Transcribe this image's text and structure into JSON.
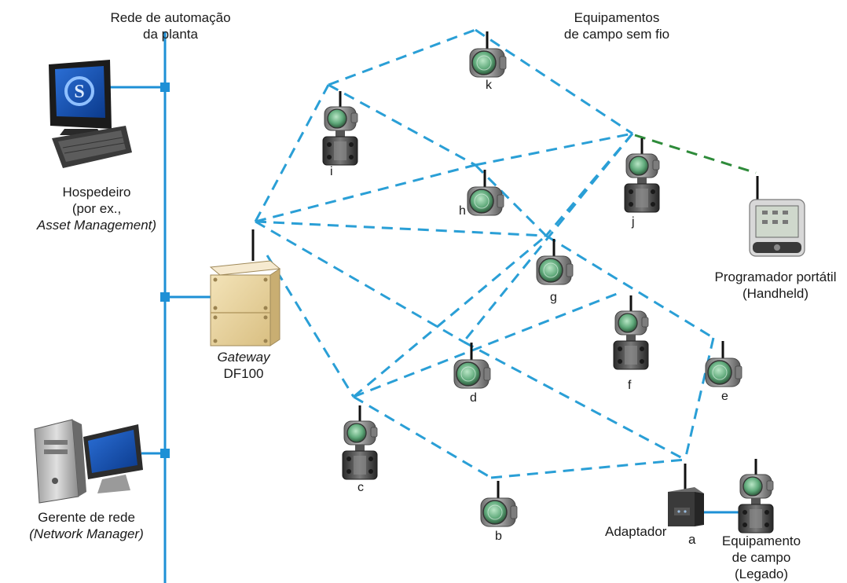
{
  "header": {
    "plant_network": [
      "Rede de automação",
      "da planta"
    ],
    "field_devices": [
      "Equipamentos",
      "de campo sem fio"
    ]
  },
  "host": {
    "lines": [
      "Hospedeiro",
      "(por ex.,",
      "Asset Management)"
    ]
  },
  "manager": {
    "lines": [
      "Gerente de rede",
      "(Network Manager)"
    ]
  },
  "gateway": {
    "name": "Gateway",
    "model": "DF100"
  },
  "handheld": {
    "lines": [
      "Programador portátil",
      "(Handheld)"
    ]
  },
  "adapter": {
    "label": "Adaptador",
    "letter": "a"
  },
  "legacy": {
    "lines": [
      "Equipamento",
      "de campo",
      "(Legado)"
    ]
  },
  "devices": [
    {
      "id": "b",
      "label": "b",
      "kind": "transmitter"
    },
    {
      "id": "c",
      "label": "c",
      "kind": "pressure"
    },
    {
      "id": "d",
      "label": "d",
      "kind": "transmitter"
    },
    {
      "id": "e",
      "label": "e",
      "kind": "transmitter"
    },
    {
      "id": "f",
      "label": "f",
      "kind": "pressure"
    },
    {
      "id": "g",
      "label": "g",
      "kind": "transmitter"
    },
    {
      "id": "h",
      "label": "h",
      "kind": "transmitter"
    },
    {
      "id": "i",
      "label": "i",
      "kind": "pressure"
    },
    {
      "id": "j",
      "label": "j",
      "kind": "transmitter"
    },
    {
      "id": "k",
      "label": "k",
      "kind": "pressure"
    }
  ],
  "colors": {
    "wired_bus": "#1e90d6",
    "wireless_link": "#2a9fd6",
    "handheld_link": "#2e8b3a",
    "gateway_box": "#e8d4a0"
  }
}
